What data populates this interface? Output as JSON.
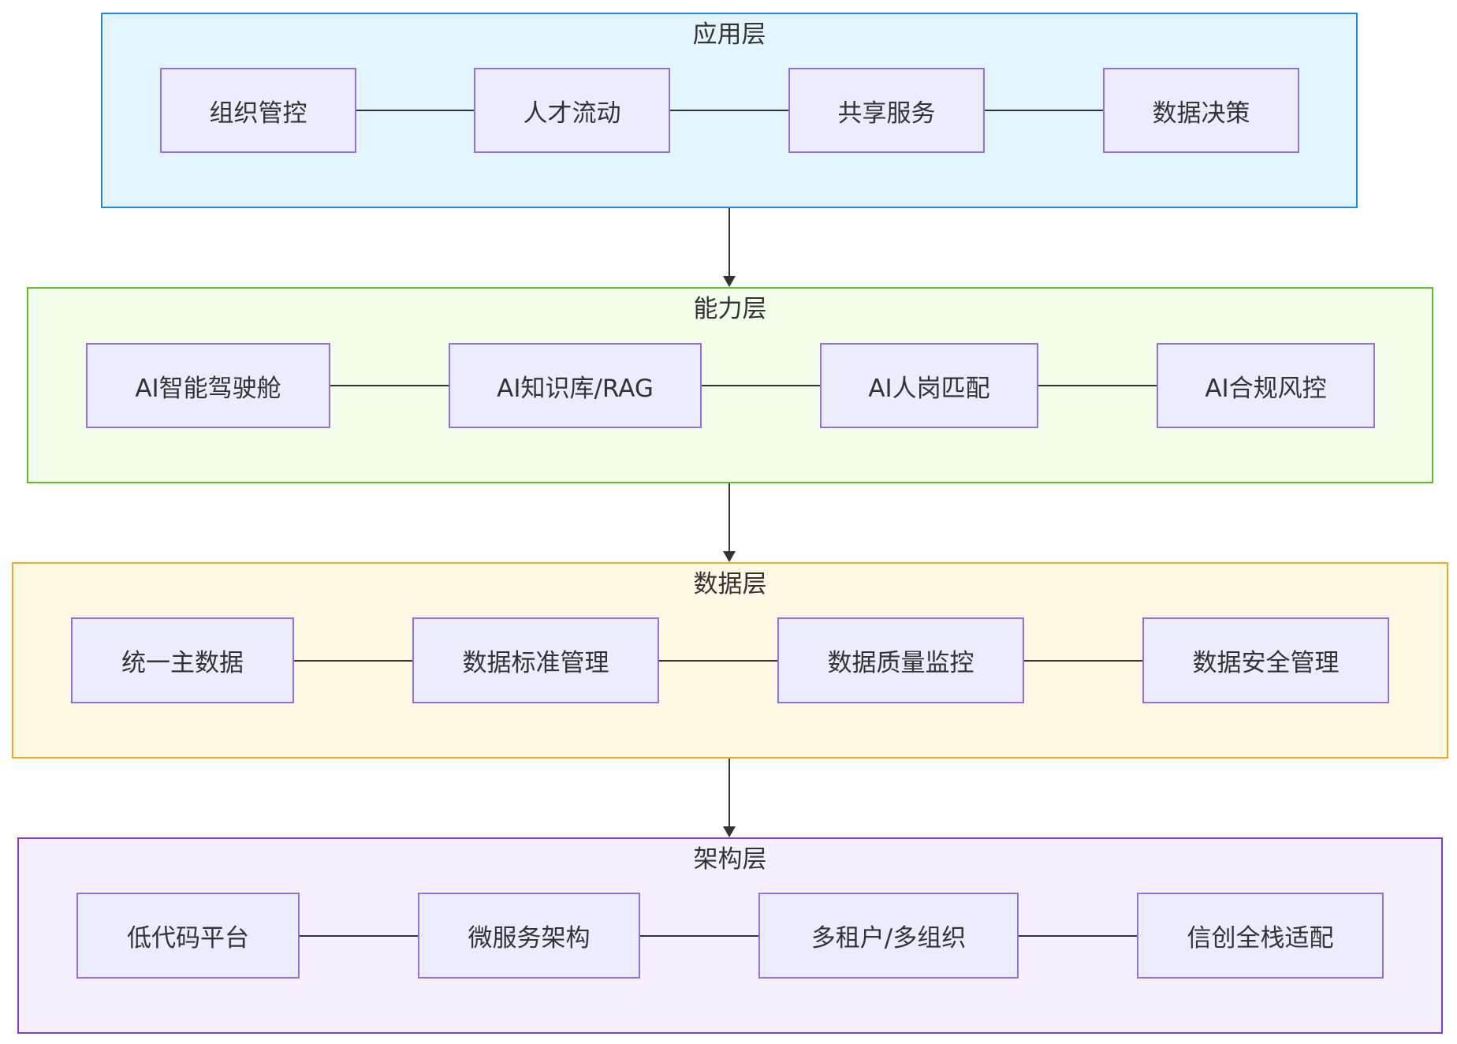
{
  "layers": [
    {
      "title": "应用层",
      "fill": "#e3f6fd",
      "stroke": "#1e88e5",
      "nodes": [
        "组织管控",
        "人才流动",
        "共享服务",
        "数据决策"
      ]
    },
    {
      "title": "能力层",
      "fill": "#f2fdeb",
      "stroke": "#5cbf2a",
      "nodes": [
        "AI智能驾驶舱",
        "AI知识库/RAG",
        "AI人岗匹配",
        "AI合规风控"
      ]
    },
    {
      "title": "数据层",
      "fill": "#fff8e5",
      "stroke": "#f5a623",
      "nodes": [
        "统一主数据",
        "数据标准管理",
        "数据质量监控",
        "数据安全管理"
      ]
    },
    {
      "title": "架构层",
      "fill": "#f5f0fd",
      "stroke": "#7e3ecf",
      "nodes": [
        "低代码平台",
        "微服务架构",
        "多租户/多组织",
        "信创全栈适配"
      ]
    }
  ],
  "colors": {
    "node_fill": "#ececff",
    "node_stroke": "#9370db",
    "edge": "#333333",
    "text": "#333333"
  }
}
